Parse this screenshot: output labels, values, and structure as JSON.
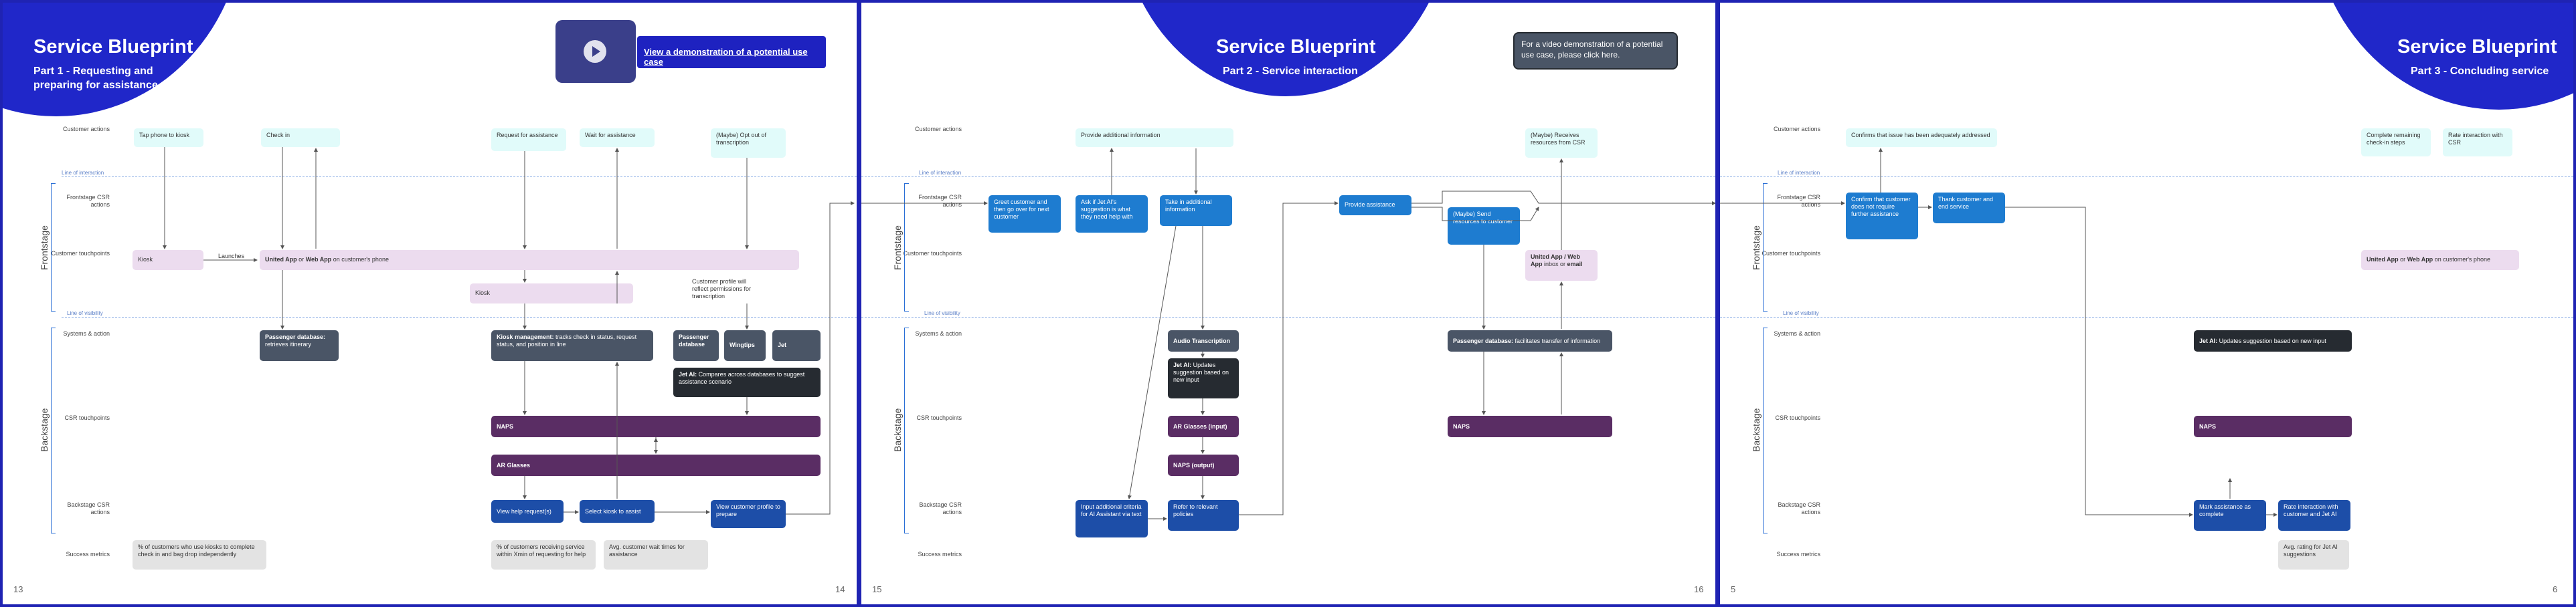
{
  "colors": {
    "frame": "#1f23b3",
    "header": "#2027c9",
    "frontstage": "#1e7cd0",
    "customer": "#e1fbfa",
    "touchpoint": "#ecdcef",
    "system": "#4a5566",
    "ai": "#262b31",
    "naps": "#5a2d64",
    "backstage": "#1d4ea8",
    "metric": "#e3e3e3"
  },
  "lanes": {
    "customer_actions": "Customer actions",
    "frontstage_csr": "Frontstage CSR actions",
    "customer_touchpoints": "Customer touchpoints",
    "systems": "Systems & action",
    "csr_touchpoints": "CSR touchpoints",
    "backstage_csr": "Backstage CSR actions",
    "success_metrics": "Success metrics",
    "line_interaction": "Line of interaction",
    "line_visibility": "Line of visibility",
    "frontstage": "Frontstage",
    "backstage": "Backstage"
  },
  "panel1": {
    "title": "Service Blueprint",
    "subtitle": "Part 1 - Requesting and preparing for assistance",
    "video_link": "View a demonstration of a potential use case",
    "page_left": "13",
    "page_right": "14",
    "cust": [
      "Tap phone to kiosk",
      "Check in",
      "Request for assistance",
      "Wait for assistance",
      "(Maybe) Opt out of transcription"
    ],
    "launches": "Launches",
    "kiosk": "Kiosk",
    "app_a": "United App",
    "app_or": " or ",
    "app_b": "Web App",
    "app_c": " on customer's phone",
    "kiosk2": "Kiosk",
    "profile_note": "Customer profile will reflect permissions for transcription",
    "pd_b": "Passenger database:",
    "pd_t": " retrieves itinerary",
    "km_b": "Kiosk management:",
    "km_t": " tracks check in status, request status, and position in line",
    "pd2": "Passenger database",
    "wingtips": "Wingtips",
    "jet": "Jet",
    "ai_b": "Jet AI:",
    "ai_t": " Compares across databases to suggest assistance scenario",
    "naps": "NAPS",
    "glasses": "AR Glasses",
    "back": [
      "View help request(s)",
      "Select kiosk to assist",
      "View customer profile to prepare"
    ],
    "metrics": [
      "% of customers who use kiosks to complete check in and bag drop independently",
      "% of customers receiving service within Xmin of requesting for help",
      "Avg. customer wait times for assistance"
    ]
  },
  "panel2": {
    "title": "Service Blueprint",
    "subtitle": "Part 2 - Service interaction",
    "callout": "For a video demonstration of a potential use case, please click here.",
    "page_left": "15",
    "page_right": "16",
    "cust1": "Provide additional information",
    "cust2": "(Maybe) Receives resources from CSR",
    "front": [
      "Greet customer and then go over for next customer",
      "Ask if Jet AI's suggestion is what they need help with",
      "Take in additional information",
      "Provide assistance",
      "(Maybe) Send resources to customer"
    ],
    "tp_a": "United App / Web App",
    "tp_t": " inbox or ",
    "tp_b": "email",
    "audio": "Audio Transcription",
    "ai_b": "Jet AI:",
    "ai_t": " Updates suggestion based on new input",
    "pd_b": "Passenger database:",
    "pd_t": " facilitates transfer of information",
    "glass_in": "AR Glasses (input)",
    "naps_out": "NAPS (output)",
    "naps": "NAPS",
    "back": [
      "Input additional criteria for AI Assistant via text",
      "Refer to relevant policies"
    ]
  },
  "panel3": {
    "title": "Service Blueprint",
    "subtitle": "Part 3 - Concluding service",
    "page_left": "5",
    "page_right": "6",
    "cust": [
      "Confirms that issue has been adequately addressed",
      "Complete remaining check-in steps",
      "Rate interaction with CSR"
    ],
    "front": [
      "Confirm that customer does not require further assistance",
      "Thank customer and end service"
    ],
    "app_a": "United App",
    "app_or": " or ",
    "app_b": "Web App",
    "app_c": " on customer's phone",
    "ai_b": "Jet AI:",
    "ai_t": " Updates suggestion based on new input",
    "naps": "NAPS",
    "back": [
      "Mark assistance as complete",
      "Rate interaction with customer and Jet AI"
    ],
    "metric": "Avg. rating for Jet AI suggestions"
  }
}
